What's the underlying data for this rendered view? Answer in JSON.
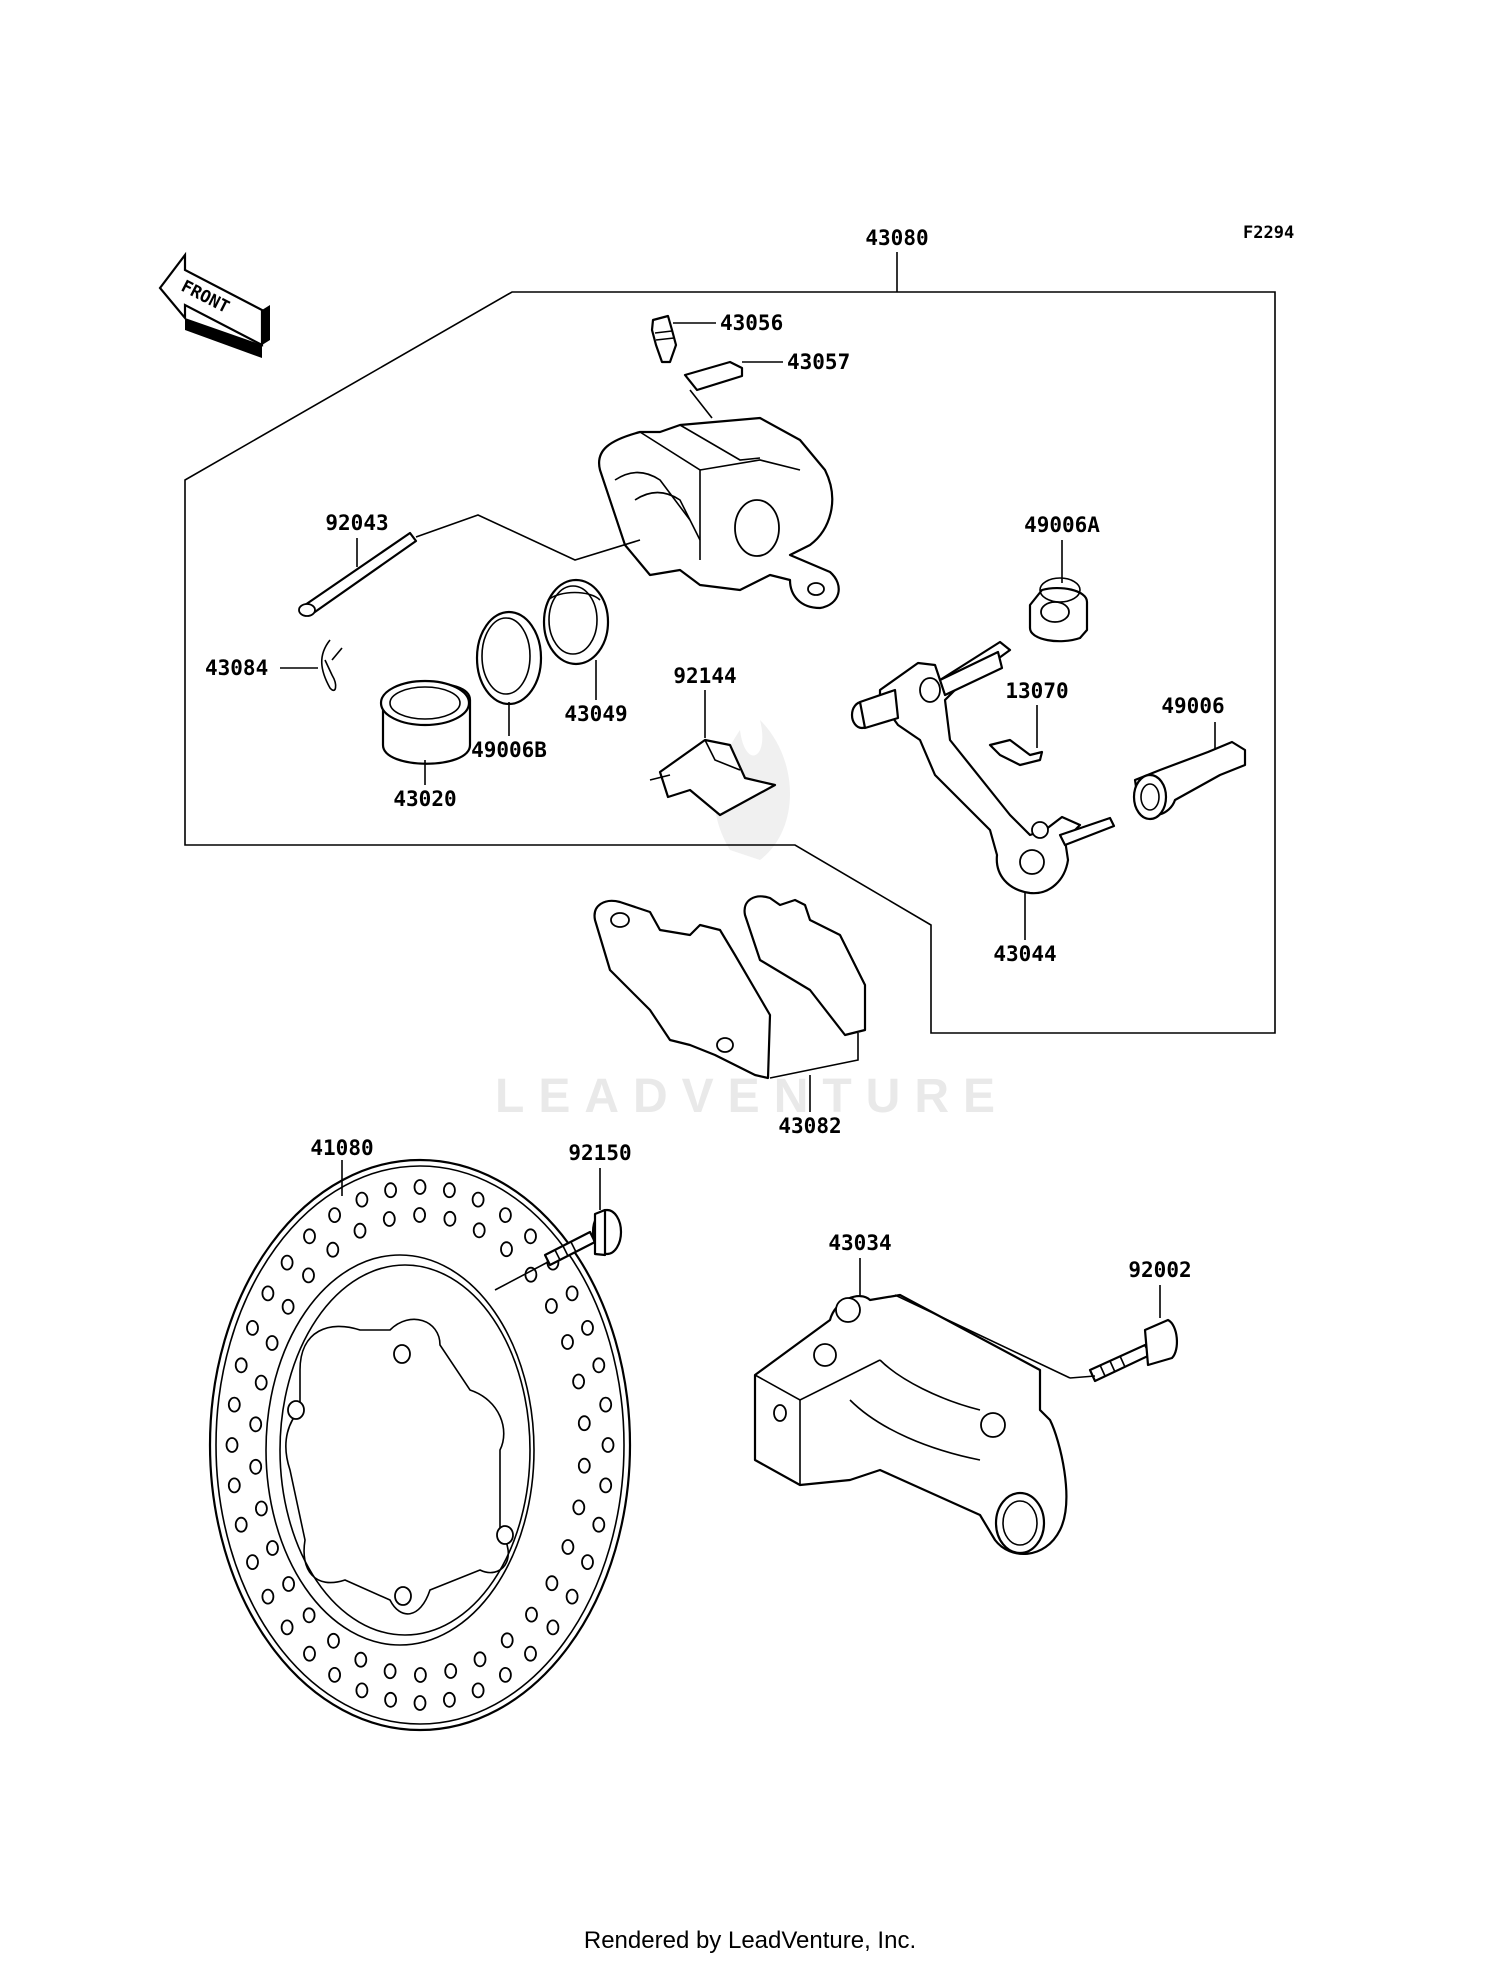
{
  "diagram": {
    "figure_ref": "F2294",
    "direction_tag": "FRONT",
    "watermark": "LEADVENTURE",
    "footer": "Rendered by LeadVenture, Inc.",
    "callouts": {
      "p43080": "43080",
      "p43056": "43056",
      "p43057": "43057",
      "p92043": "92043",
      "p43084": "43084",
      "p43020": "43020",
      "p49006B": "49006B",
      "p43049": "43049",
      "p92144": "92144",
      "p49006A": "49006A",
      "p13070": "13070",
      "p49006": "49006",
      "p43044": "43044",
      "p43082": "43082",
      "p41080": "41080",
      "p92150": "92150",
      "p43034": "43034",
      "p92002": "92002"
    }
  }
}
